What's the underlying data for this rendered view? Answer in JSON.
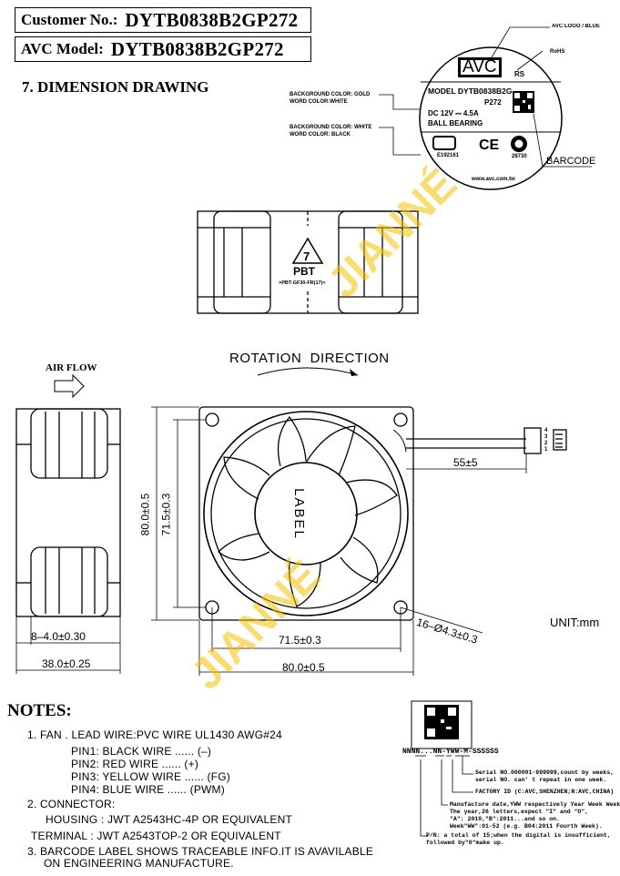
{
  "header": {
    "customer_label": "Customer No.:",
    "customer_value": "DYTB0838B2GP272",
    "model_label": "AVC Model:",
    "model_value": "DYTB0838B2GP272"
  },
  "section_title": "7. DIMENSION DRAWING",
  "label_callouts": {
    "logo": "AVC LOGO / BLUE",
    "rohs": "RoHS",
    "bg_gold": "BACKGROUND COLOR: GOLD",
    "word_white": "WORD COLOR:WHITE",
    "bg_white": "BACKGROUND COLOR: WHITE",
    "word_black": "WORD COLOR: BLACK",
    "barcode": "BARCODE"
  },
  "fan_label": {
    "brand": "AVC",
    "rs": "RS",
    "model_line": "MODEL DYTB0838B2G",
    "p_code": "P272",
    "rating": "DC 12V ⎓ 4.5A",
    "bearing": "BALL BEARING",
    "ul_file": "E192161",
    "cert_no": "28730",
    "ce": "CE",
    "website": "www.avc.com.tw"
  },
  "recycle_mark": {
    "number": "7",
    "material": "PBT",
    "spec": ">PBT-GF30-FR(17)<"
  },
  "drawing": {
    "rotation": "ROTATION  DIRECTION",
    "air_flow": "AIR FLOW",
    "hub_label": "LABEL",
    "dim_outer_v": "80.0±0.5",
    "dim_hole_v": "71.5±0.3",
    "dim_outer_h": "80.0±0.5",
    "dim_hole_h": "71.5±0.3",
    "dim_lead": "55±5",
    "dim_holes": "16–Ø4.3±0.3",
    "dim_flange": "8–4.0±0.30",
    "dim_depth": "38.0±0.25",
    "unit": "UNIT:mm",
    "pins": [
      "4",
      "3",
      "2",
      "1"
    ]
  },
  "notes": {
    "heading": "NOTES:",
    "n1": "1. FAN . LEAD WIRE:PVC WIRE UL1430 AWG#24",
    "pin1": "PIN1: BLACK WIRE ...... (–)",
    "pin2": "PIN2: RED WIRE ...... (+)",
    "pin3": "PIN3: YELLOW WIRE ...... (FG)",
    "pin4": "PIN4: BLUE WIRE ...... (PWM)",
    "n2": "2. CONNECTOR:",
    "housing": "HOUSING : JWT A2543HC-4P OR EQUIVALENT",
    "terminal": "TERMINAL : JWT A2543TOP-2 OR EQUIVALENT",
    "n3a": "3. BARCODE LABEL SHOWS TRACEABLE INFO.IT IS AVAVILABLE",
    "n3b": "ON ENGINEERING MANUFACTURE."
  },
  "barcode_legend": {
    "code": "NNNN...NN-YWW-M-SSSSSS",
    "serial_a": "Serial NO.000001-999999,count by weeks,",
    "serial_b": "serial NO. can' t repeat in one week.",
    "factory": "FACTORY ID (C:AVC,SHENZHEN;N:AVC,CHINA)",
    "mfg_a": "Manufacture date,YWW respectively Year Week Week.",
    "mfg_b": "The year,26 letters,expect \"I\" and \"O\",",
    "mfg_c": "\"A\": 2010,\"B\":2011...and so on.",
    "mfg_d": "Week\"WW\":01-52 (e.g. B04:2011 Fourth Week).",
    "pn_a": "P/N: a total of 15;when the digital is insufficient,",
    "pn_b": "followed by\"0\"make up."
  },
  "watermark": "JIANNÉ",
  "colors": {
    "label_blue": "#1f4e9c",
    "watermark_yellow": "#f5c000"
  }
}
